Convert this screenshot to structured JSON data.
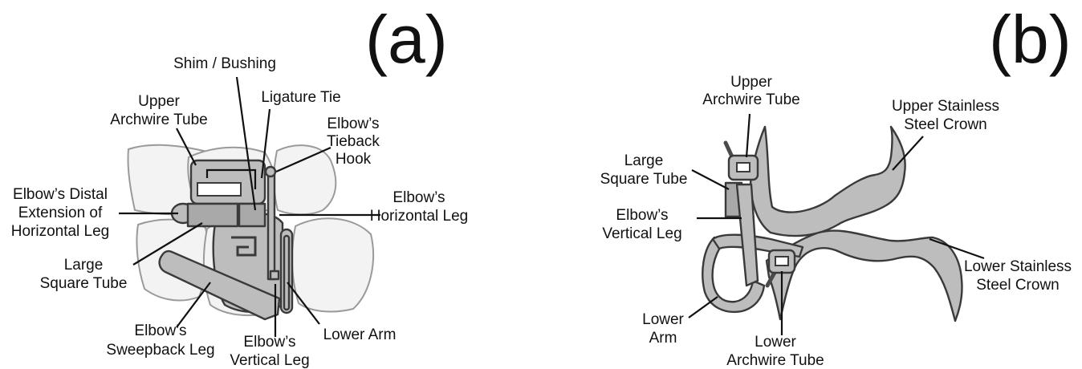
{
  "panels": {
    "a": {
      "label": "(a)",
      "callouts": {
        "shim": "Shim / Bushing",
        "upper_tube_1": "Upper",
        "upper_tube_2": "Archwire Tube",
        "ligature": "Ligature Tie",
        "hook_1": "Elbow’s",
        "hook_2": "Tieback",
        "hook_3": "Hook",
        "distal_1": "Elbow’s Distal",
        "distal_2": "Extension of",
        "distal_3": "Horizontal Leg",
        "horiz_1": "Elbow’s",
        "horiz_2": "Horizontal Leg",
        "square_1": "Large",
        "square_2": "Square Tube",
        "sweep_1": "Elbow’s",
        "sweep_2": "Sweepback Leg",
        "vert_1": "Elbow’s",
        "vert_2": "Vertical Leg",
        "lower_arm": "Lower Arm"
      }
    },
    "b": {
      "label": "(b)",
      "callouts": {
        "upper_tube_1": "Upper",
        "upper_tube_2": "Archwire Tube",
        "upper_crown_1": "Upper Stainless",
        "upper_crown_2": "Steel Crown",
        "square_1": "Large",
        "square_2": "Square Tube",
        "vert_1": "Elbow’s",
        "vert_2": "Vertical Leg",
        "lower_crown_1": "Lower Stainless",
        "lower_crown_2": "Steel Crown",
        "lower_arm_1": "Lower",
        "lower_arm_2": "Arm",
        "lower_tube_1": "Lower",
        "lower_tube_2": "Archwire Tube"
      }
    }
  }
}
